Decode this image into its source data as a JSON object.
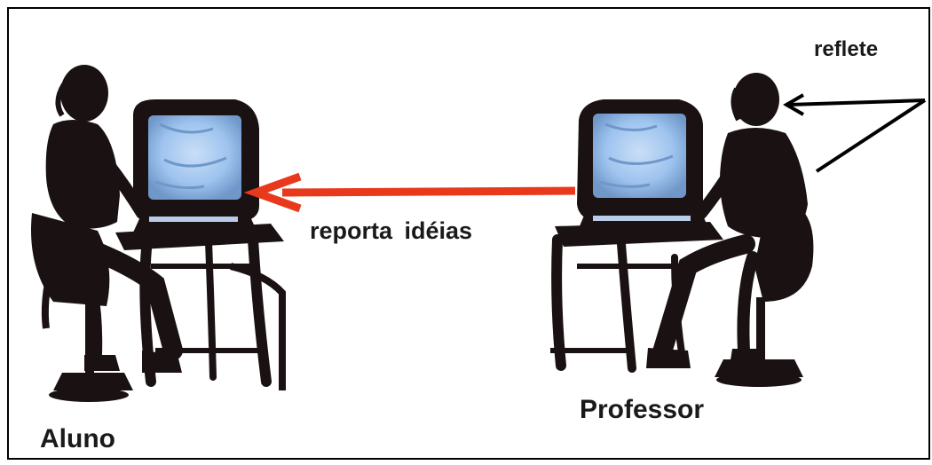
{
  "labels": {
    "student": "Aluno",
    "teacher": "Professor",
    "report_arrow": "reporta  idéias",
    "reflect_arrow": "reflete"
  },
  "colors": {
    "report_arrow": "#e8391d",
    "reflect_arrow": "#000000",
    "ink": "#1a1212",
    "screen": "#9fc4ef"
  },
  "figures": {
    "student": "person-at-computer-icon",
    "teacher": "person-at-computer-icon"
  }
}
